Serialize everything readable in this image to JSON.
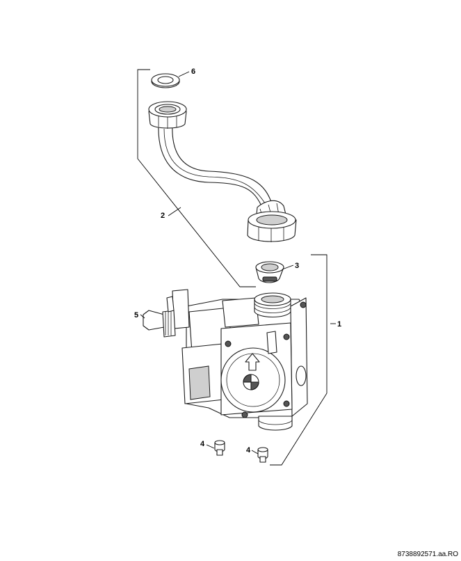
{
  "callouts": {
    "c1": "1",
    "c2": "2",
    "c3": "3",
    "c4a": "4",
    "c4b": "4",
    "c5": "5",
    "c6": "6"
  },
  "document_number": "8738892571.aa.RO"
}
